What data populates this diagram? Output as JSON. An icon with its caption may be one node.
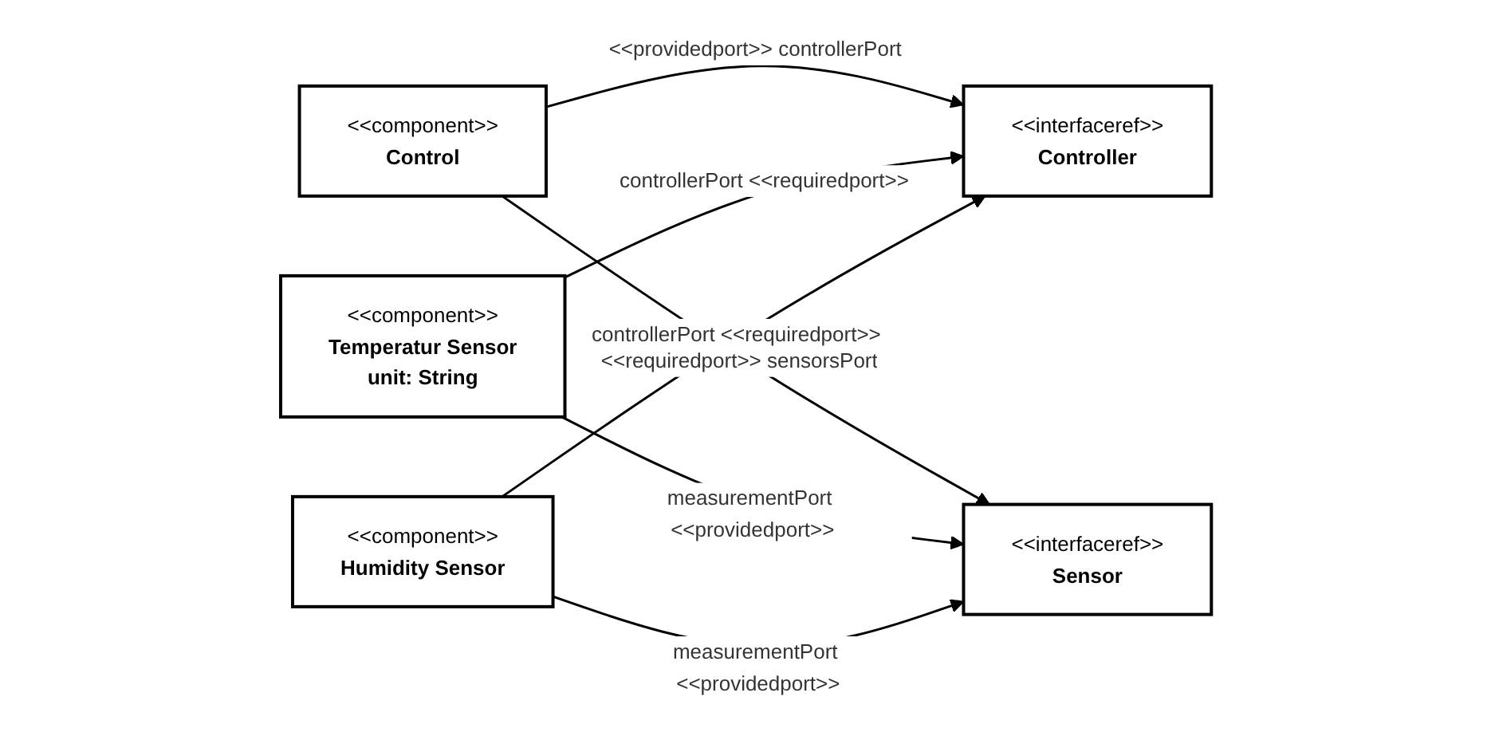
{
  "diagram": {
    "nodes": [
      {
        "text": [
          "<<component>>",
          "Control"
        ]
      },
      {
        "text": [
          "<<interfaceref>>",
          "Controller"
        ]
      },
      {
        "text": [
          "<<interfaceref>>",
          "Sensor"
        ]
      },
      {
        "text": [
          "<<component>>",
          "Temperatur Sensor",
          "unit: String"
        ]
      },
      {
        "text": [
          "<<component>>",
          "Humidity Sensor"
        ]
      }
    ],
    "edges": [
      {
        "from": 0,
        "to": 1,
        "arrow": "to",
        "label": "<<providedport>> controllerPort"
      },
      {
        "from": 0,
        "to": 2,
        "arrow": "to",
        "label": "<<requiredport>> sensorsPort"
      },
      {
        "from": 3,
        "to": 1,
        "arrow": "to",
        "label": "controllerPort <<requiredport>>"
      },
      {
        "from": 4,
        "to": 1,
        "arrow": "to",
        "label": "controllerPort <<requiredport>>"
      },
      {
        "from": 3,
        "to": 2,
        "arrow": "to",
        "label": "measurementPort <<providedport>>"
      },
      {
        "from": 4,
        "to": 2,
        "arrow": "to",
        "label": "measurementPort <<providedport>>"
      }
    ]
  }
}
